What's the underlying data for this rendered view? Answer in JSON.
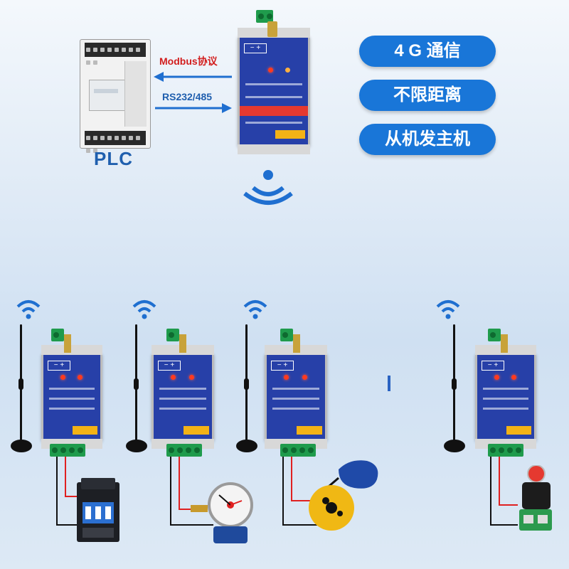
{
  "plc": {
    "label": "PLC"
  },
  "link": {
    "protocol": "Modbus协议",
    "interface": "RS232/485"
  },
  "features": [
    "4 G 通信",
    "不限距离",
    "从机发主机"
  ],
  "colors": {
    "accent_blue": "#1976d8",
    "device_blue": "#2740a8",
    "wire_red": "#e02020",
    "terminal_green": "#1f9b4c"
  },
  "field_devices": [
    "contactor-icon",
    "pressure-gauge-icon",
    "float-switch-icon",
    "push-button-icon"
  ]
}
